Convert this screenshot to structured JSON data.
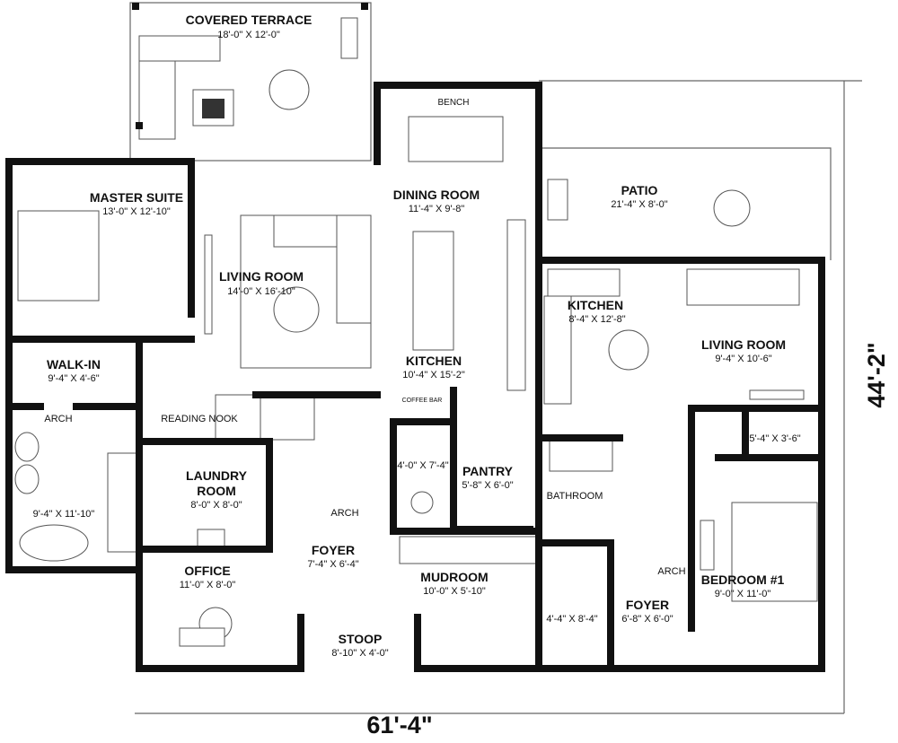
{
  "plan": {
    "overall_width": "61'-4\"",
    "overall_depth": "44'-2\"",
    "rooms": {
      "covered_terrace": {
        "name": "COVERED TERRACE",
        "size": "18'-0\" X 12'-0\""
      },
      "master_suite": {
        "name": "MASTER SUITE",
        "size": "13'-0\" X 12'-10\""
      },
      "living_room": {
        "name": "LIVING ROOM",
        "size": "14'-0\" X 16'-10\""
      },
      "dining_room": {
        "name": "DINING ROOM",
        "size": "11'-4\" X 9'-8\""
      },
      "bench": {
        "name": "BENCH"
      },
      "kitchen": {
        "name": "KITCHEN",
        "size": "10'-4\" X 15'-2\""
      },
      "coffee_bar": {
        "name": "COFFEE BAR"
      },
      "walk_in": {
        "name": "WALK-IN",
        "size": "9'-4\" X 4'-6\""
      },
      "arch_master": {
        "name": "ARCH"
      },
      "master_bath": {
        "size": "9'-4\" X 11'-10\""
      },
      "reading_nook": {
        "name": "READING NOOK"
      },
      "laundry": {
        "name": "LAUNDRY",
        "name2": "ROOM",
        "size": "8'-0\" X 8'-0\""
      },
      "powder": {
        "size": "4'-0\" X 7'-4\""
      },
      "pantry": {
        "name": "PANTRY",
        "size": "5'-8\" X 6'-0\""
      },
      "arch_main": {
        "name": "ARCH"
      },
      "foyer": {
        "name": "FOYER",
        "size": "7'-4\" X 6'-4\""
      },
      "office": {
        "name": "OFFICE",
        "size": "11'-0\" X 8'-0\""
      },
      "mudroom": {
        "name": "MUDROOM",
        "size": "10'-0\" X 5'-10\""
      },
      "stoop": {
        "name": "STOOP",
        "size": "8'-10\" X 4'-0\""
      },
      "patio": {
        "name": "PATIO",
        "size": "21'-4\" X 8'-0\""
      },
      "kitchen2": {
        "name": "KITCHEN",
        "size": "8'-4\" X 12'-8\""
      },
      "living_room2": {
        "name": "LIVING ROOM",
        "size": "9'-4\" X 10'-6\""
      },
      "closet2": {
        "size": "5'-4\" X 3'-6\""
      },
      "bathroom2": {
        "name": "BATHROOM"
      },
      "bedroom1": {
        "name": "BEDROOM #1",
        "size": "9'-0\" X 11'-0\""
      },
      "arch_right": {
        "name": "ARCH"
      },
      "bath3": {
        "size": "4'-4\" X 8'-4\""
      },
      "foyer2": {
        "name": "FOYER",
        "size": "6'-8\" X 6'-0\""
      }
    }
  }
}
